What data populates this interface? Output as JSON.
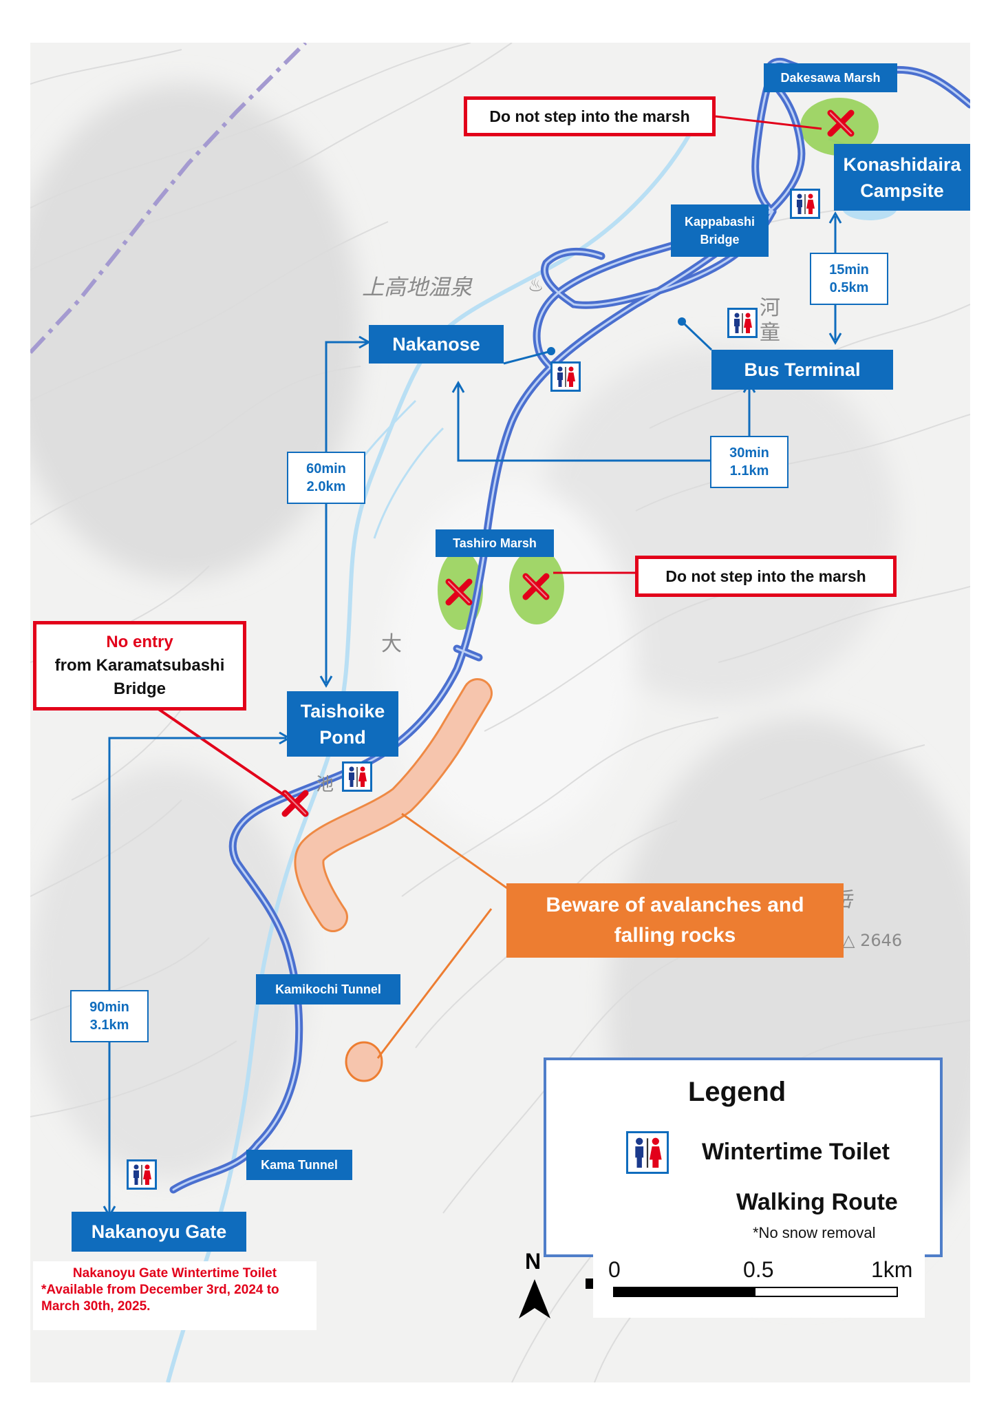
{
  "places": {
    "dakesawa_marsh": "Dakesawa Marsh",
    "konashidaira": [
      "Konashidaira",
      "Campsite"
    ],
    "kappabashi": [
      "Kappabashi",
      "Bridge"
    ],
    "nakanose": "Nakanose",
    "bus_terminal": "Bus Terminal",
    "tashiro_marsh": "Tashiro Marsh",
    "taishoike": [
      "Taishoike",
      "Pond"
    ],
    "kamikochi_tunnel": "Kamikochi Tunnel",
    "kama_tunnel": "Kama Tunnel",
    "nakanoyu_gate": "Nakanoyu Gate"
  },
  "warnings": {
    "marsh_north": "Do not step into the marsh",
    "marsh_tashiro": "Do not step into the marsh",
    "no_entry_title": "No entry",
    "no_entry_line2": "from Karamatsubashi",
    "no_entry_line3": "Bridge",
    "avalanche_line1": "Beware of avalanches and",
    "avalanche_line2": "falling rocks"
  },
  "times": {
    "konashidaira_bus": [
      "15min",
      "0.5km"
    ],
    "bus_nakanose": [
      "30min",
      "1.1km"
    ],
    "nakanose_taishoike": [
      "60min",
      "2.0km"
    ],
    "taishoike_nakanoyu": [
      "90min",
      "3.1km"
    ]
  },
  "map_labels": {
    "onsen": "上高地温泉",
    "kappa": [
      "河",
      "童"
    ],
    "dai": "大",
    "ike": "池",
    "sawadake": "沢岳",
    "elevation": "△ 2646"
  },
  "notice": {
    "line1": "Nakanoyu Gate Wintertime Toilet",
    "line2": "*Available from December 3rd, 2024 to",
    "line3": "March 30th, 2025."
  },
  "legend": {
    "title": "Legend",
    "toilet": "Wintertime Toilet",
    "route": "Walking Route",
    "route_note": "*No snow removal"
  },
  "north_label": "N",
  "scale": {
    "ticks": [
      "0",
      "0.5",
      "1km"
    ]
  },
  "colors": {
    "route": "#4a6fcf",
    "label_blue": "#0f6cbd",
    "warning_red": "#e2001a",
    "avalanche_orange": "#ed7d31",
    "marsh_green": "#92d050"
  }
}
